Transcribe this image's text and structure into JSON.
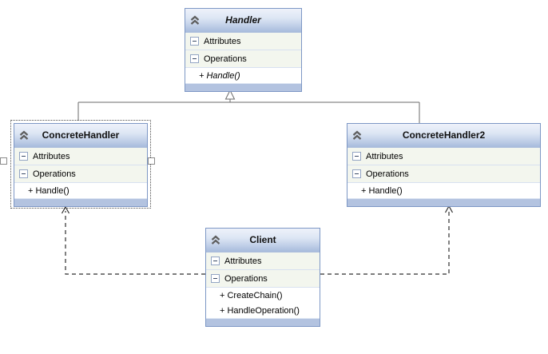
{
  "classes": {
    "handler": {
      "name": "Handler",
      "abstract": true,
      "attributes_label": "Attributes",
      "operations_label": "Operations",
      "operations": [
        "+ Handle()"
      ]
    },
    "concrete_handler": {
      "name": "ConcreteHandler",
      "abstract": false,
      "selected": true,
      "attributes_label": "Attributes",
      "operations_label": "Operations",
      "operations": [
        "+ Handle()"
      ]
    },
    "concrete_handler2": {
      "name": "ConcreteHandler2",
      "abstract": false,
      "selected": false,
      "attributes_label": "Attributes",
      "operations_label": "Operations",
      "operations": [
        "+ Handle()"
      ]
    },
    "client": {
      "name": "Client",
      "abstract": false,
      "selected": false,
      "attributes_label": "Attributes",
      "operations_label": "Operations",
      "operations": [
        "+ CreateChain()",
        "+ HandleOperation()"
      ]
    }
  },
  "relationships": [
    {
      "type": "inheritance",
      "from": "ConcreteHandler",
      "to": "Handler"
    },
    {
      "type": "inheritance",
      "from": "ConcreteHandler2",
      "to": "Handler"
    },
    {
      "type": "dependency",
      "from": "Client",
      "to": "ConcreteHandler"
    },
    {
      "type": "dependency",
      "from": "Client",
      "to": "ConcreteHandler2"
    }
  ],
  "icons": {
    "collapse": "double-chevron-up-icon",
    "compartment_toggle": "minus-box-icon"
  },
  "colors": {
    "header_top": "#eef2fa",
    "header_bottom": "#a7bbdc",
    "box_border": "#7d97c5",
    "footer": "#b3c3e0",
    "compartment_bg": "#f3f6ee",
    "member_bg": "#ffffff",
    "inheritance_line": "#6b6b6b",
    "dependency_line": "#2e2e2e",
    "selection_outline": "#4d4d4d"
  }
}
